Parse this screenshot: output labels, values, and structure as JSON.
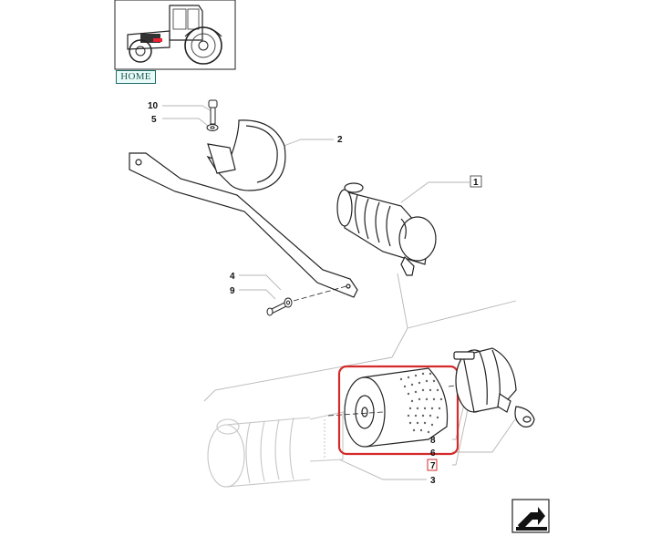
{
  "home_button": {
    "label": "HOME"
  },
  "callouts": {
    "c10": "10",
    "c5": "5",
    "c2": "2",
    "c1": "1",
    "c4": "4",
    "c9": "9",
    "c8": "8",
    "c6": "6",
    "c7": "7",
    "c3": "3"
  },
  "colors": {
    "highlight": "#d42a2a",
    "home_border": "#1d6b68",
    "home_bg": "#e9fbf8",
    "line": "#222222",
    "faint_line": "#b5b5b5"
  },
  "icons": {
    "thumbnail": "tractor-thumbnail",
    "next_page": "next-page-arrow-icon"
  }
}
